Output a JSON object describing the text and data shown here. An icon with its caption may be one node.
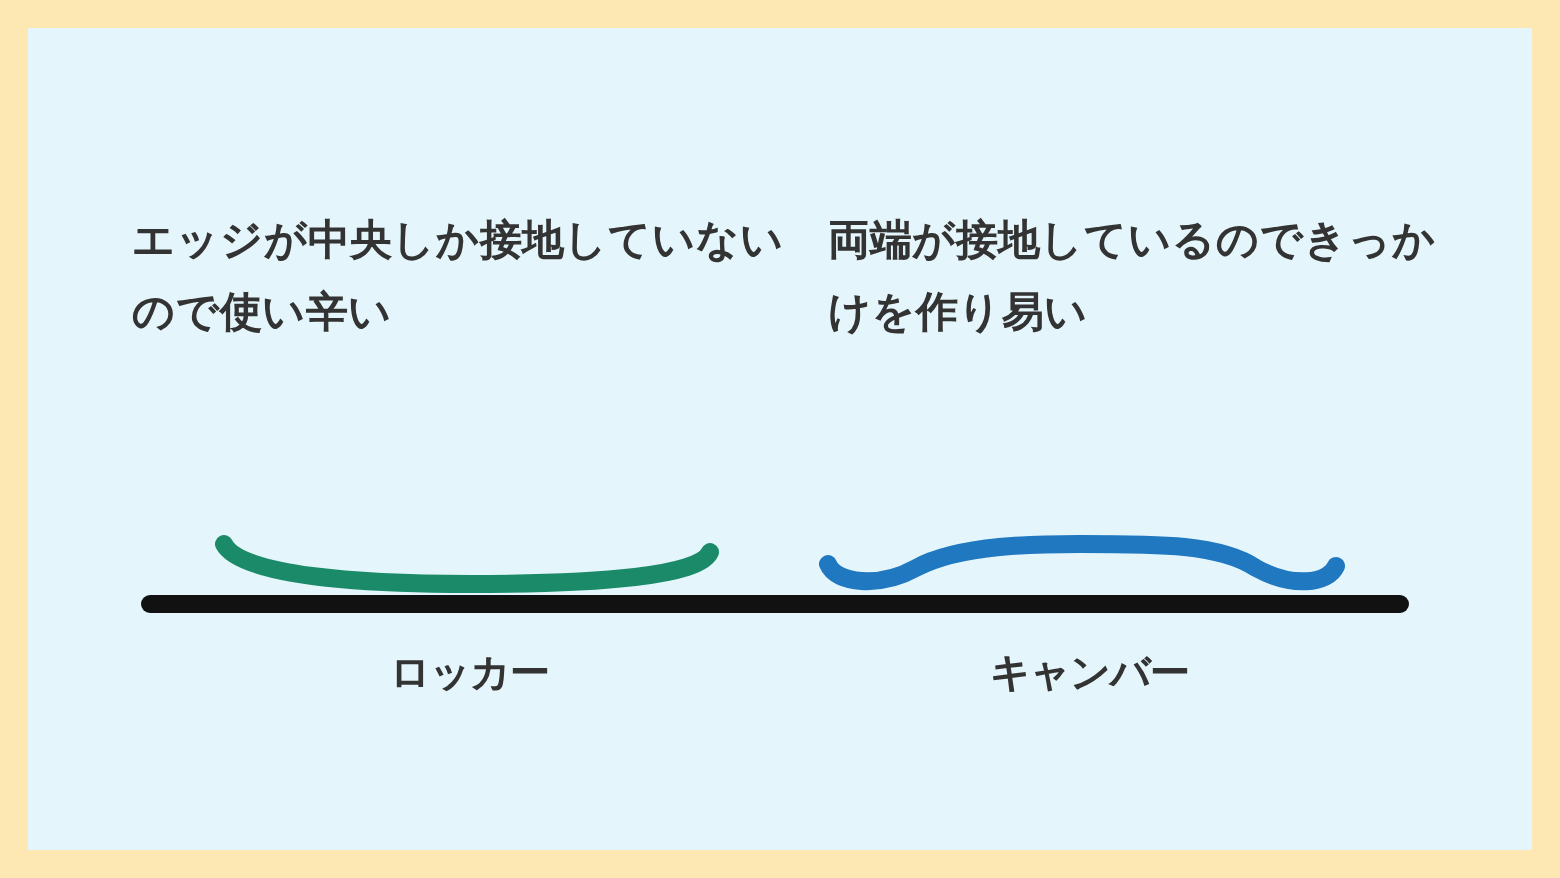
{
  "diagram": {
    "labels": [
      "エッジが中央しか接地していないので使い辛い",
      "両端が接地しているのできっかけを作り易い",
      "ロッカー",
      "キャンバー"
    ]
  }
}
